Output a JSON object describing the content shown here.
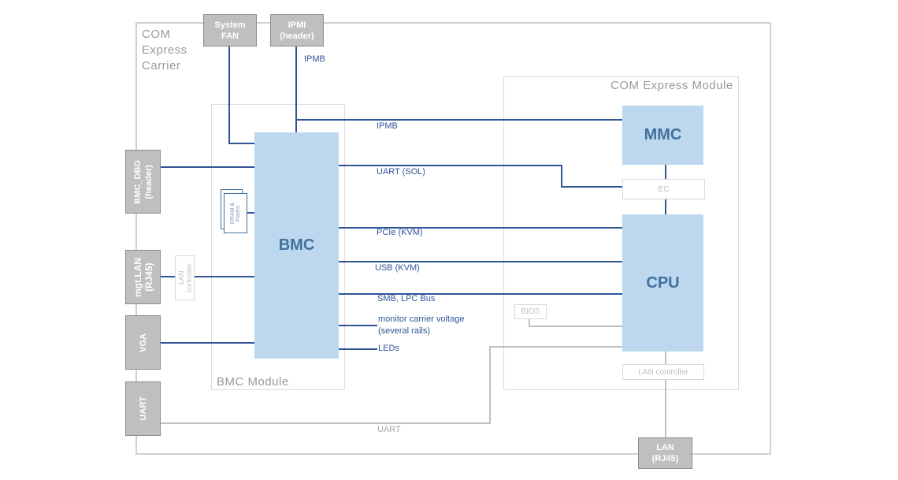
{
  "diagram": {
    "carrier": {
      "label": "COM\nExpress\nCarrier"
    },
    "bmc_module": {
      "label": "BMC Module"
    },
    "com_module": {
      "label": "COM Express Module"
    },
    "connectors": {
      "system_fan": "System\nFAN",
      "ipmi_header": "IPMI\n(header)",
      "bmc_dbg": "BMC_DBG\n(header)",
      "mgt_lan": "mgt.LAN\n(RJ45)",
      "vga": "VGA",
      "uart": "UART",
      "lan": "LAN\n(RJ45)"
    },
    "chips": {
      "bmc": "BMC",
      "mmc": "MMC",
      "cpu": "CPU"
    },
    "components": {
      "dram_flash": "DRAM &\nFlashs",
      "bmc_lan_controller": "LAN\ncontroller",
      "ec": "EC",
      "bios": "BIOS",
      "cpu_lan_controller": "LAN controller"
    },
    "buses": {
      "ipmb_header": "IPMB",
      "ipmb": "IPMB",
      "uart_sol": "UART (SOL)",
      "pcie_kvm": "PCIe (KVM)",
      "usb_kvm": "USB (KVM)",
      "smb_lpc": "SMB, LPC Bus",
      "monitor_voltage": "monitor carrier voltage\n(several rails)",
      "leds": "LEDs",
      "uart_console": "UART"
    },
    "colors": {
      "chip_fill": "#bdd7ee",
      "chip_text": "#41719c",
      "bus_line": "#2f5597",
      "connector_fill": "#bfbfbf",
      "frame": "#d0d0d0"
    }
  }
}
